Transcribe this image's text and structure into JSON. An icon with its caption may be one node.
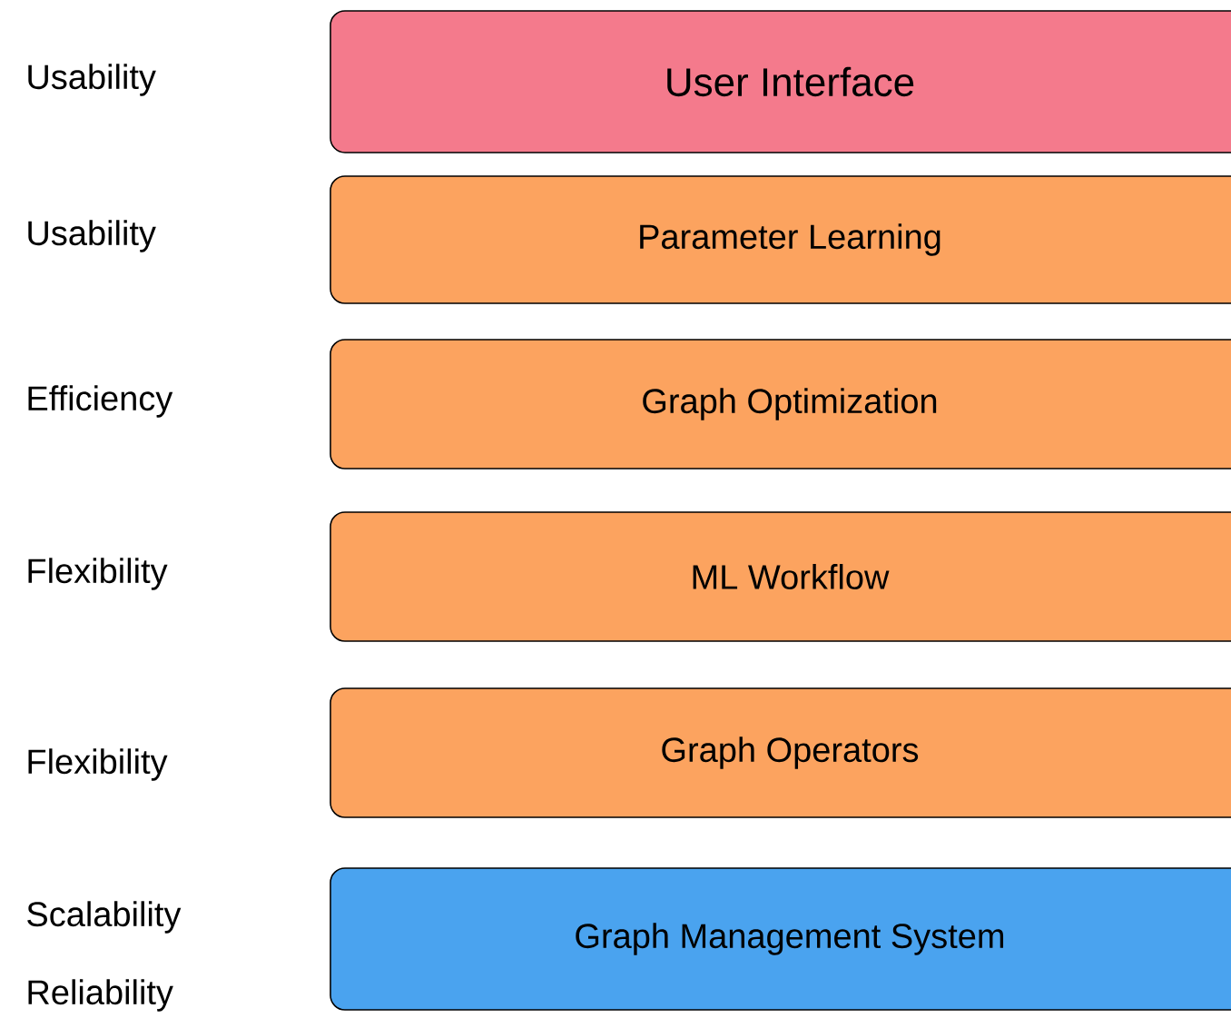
{
  "diagram": {
    "nodes": [
      {
        "text": [
          "User Interface"
        ]
      },
      {
        "text": [
          "Parameter Learning"
        ]
      },
      {
        "text": [
          "Graph Optimization"
        ]
      },
      {
        "text": [
          "ML Workflow"
        ]
      },
      {
        "text": [
          "Graph Operators"
        ]
      },
      {
        "text": [
          "Graph Management System"
        ]
      }
    ],
    "labels": [
      "Usability",
      "Usability",
      "Efficiency",
      "Flexibility",
      "Flexibility",
      "Scalability",
      "Reliability"
    ]
  }
}
